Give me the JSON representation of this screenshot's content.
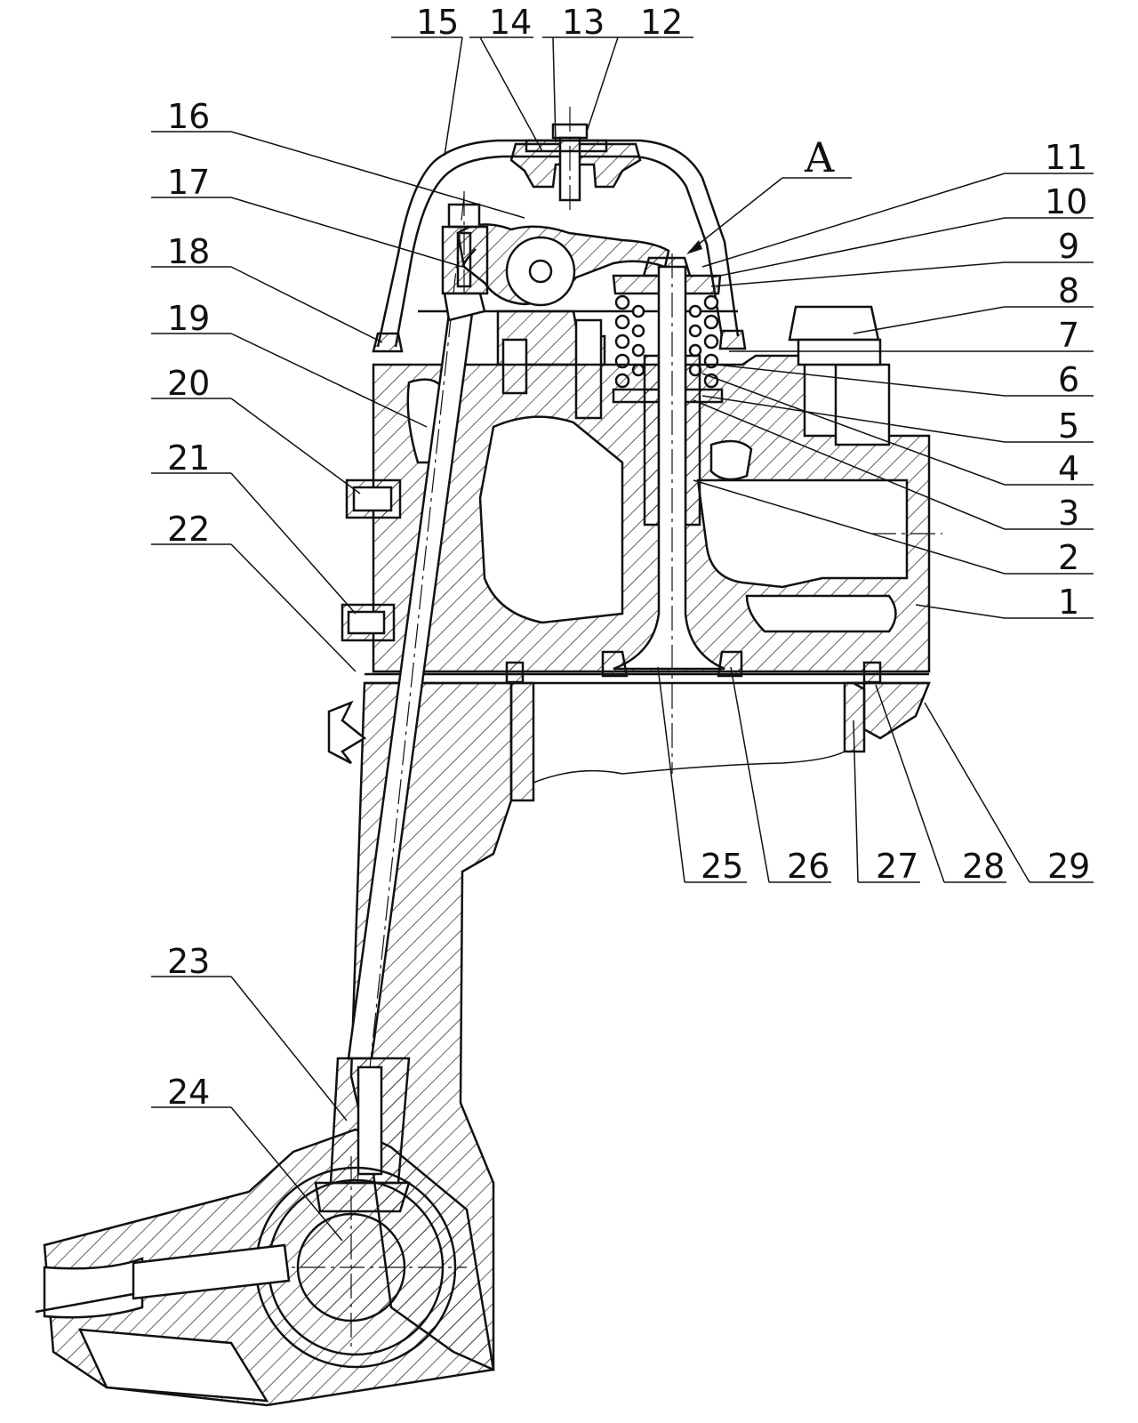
{
  "labels": {
    "l1": "1",
    "l2": "2",
    "l3": "3",
    "l4": "4",
    "l5": "5",
    "l6": "6",
    "l7": "7",
    "l8": "8",
    "l9": "9",
    "l10": "10",
    "l11": "11",
    "l12": "12",
    "l13": "13",
    "l14": "14",
    "l15": "15",
    "l16": "16",
    "l17": "17",
    "l18": "18",
    "l19": "19",
    "l20": "20",
    "l21": "21",
    "l22": "22",
    "l23": "23",
    "l24": "24",
    "l25": "25",
    "l26": "26",
    "l27": "27",
    "l28": "28",
    "l29": "29",
    "view": "A"
  }
}
